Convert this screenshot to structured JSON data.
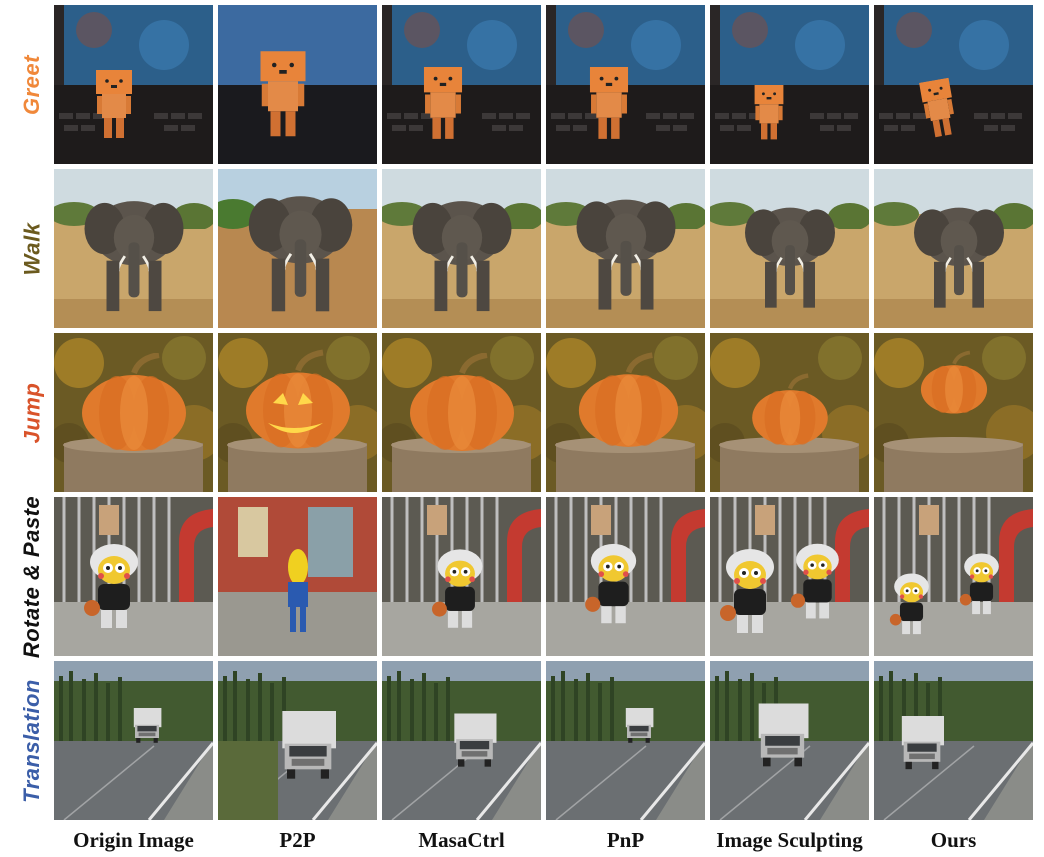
{
  "rows": [
    {
      "label": "Greet",
      "color": "#f0883a",
      "subject": "cardboard robot figure on laptop keyboard"
    },
    {
      "label": "Walk",
      "color": "#6b5a1e",
      "subject": "elephant on dry savanna"
    },
    {
      "label": "Jump",
      "color": "#d9532a",
      "subject": "pumpkin on tree stump"
    },
    {
      "label": "Rotate & Paste",
      "color": "#111111",
      "subject": "toy figure with basketball in courtyard"
    },
    {
      "label": "Translation",
      "color": "#3b5ea8",
      "subject": "truck on highway"
    }
  ],
  "columns": [
    "Origin Image",
    "P2P",
    "MasaCtrl",
    "PnP",
    "Image Sculpting",
    "Ours"
  ]
}
